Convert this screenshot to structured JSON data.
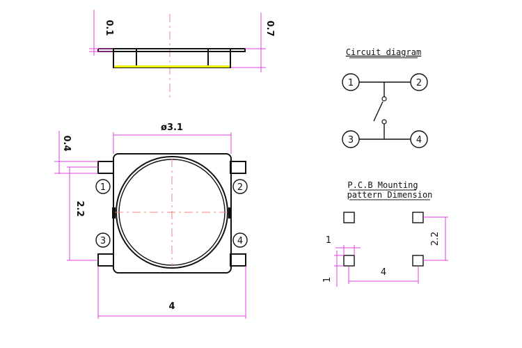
{
  "side_view": {
    "dim_top_thickness": "0.1",
    "dim_height": "0.7",
    "base_color": "#f0f000"
  },
  "top_view": {
    "dim_diameter": "ø3.1",
    "dim_pin_width": "0.4",
    "dim_pin_pitch": "2.2",
    "dim_overall_width": "4",
    "pin_1": "1",
    "pin_2": "2",
    "pin_3": "3",
    "pin_4": "4"
  },
  "circuit": {
    "title": "Circuit diagram",
    "node_1": "1",
    "node_2": "2",
    "node_3": "3",
    "node_4": "4"
  },
  "pcb": {
    "title_line1": "P.C.B Mounting",
    "title_line2": "pattern Dimension",
    "dim_pad_width": "1",
    "dim_pad_height": "1",
    "dim_vertical_pitch": "2.2",
    "dim_horizontal_pitch": "4"
  },
  "colors": {
    "dimension": "#e040e0",
    "centerline": "#f08080",
    "outline": "#111111"
  }
}
